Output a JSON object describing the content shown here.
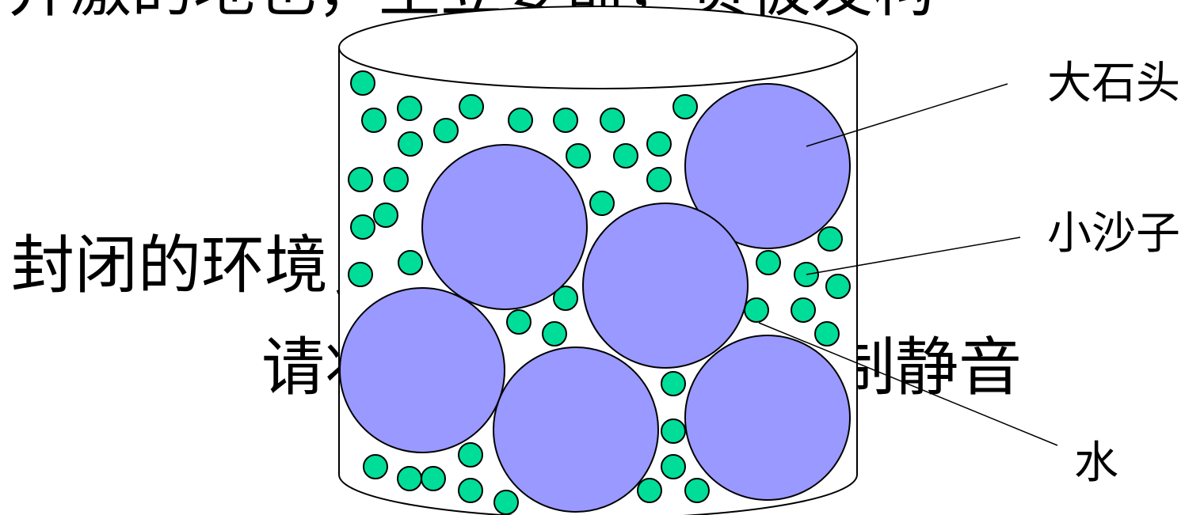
{
  "background_text": {
    "top": "并激的地也，坐立姿箭，负被发构",
    "middle": "封闭的环境，不受外界的干扰，",
    "lower": "请将手机调到静音控制静音"
  },
  "labels": {
    "big_stone": "大石头",
    "small_sand": "小沙子",
    "water": "水"
  },
  "colors": {
    "stone_fill": "#9999ff",
    "sand_fill": "#00dd99",
    "outline": "#000000"
  }
}
